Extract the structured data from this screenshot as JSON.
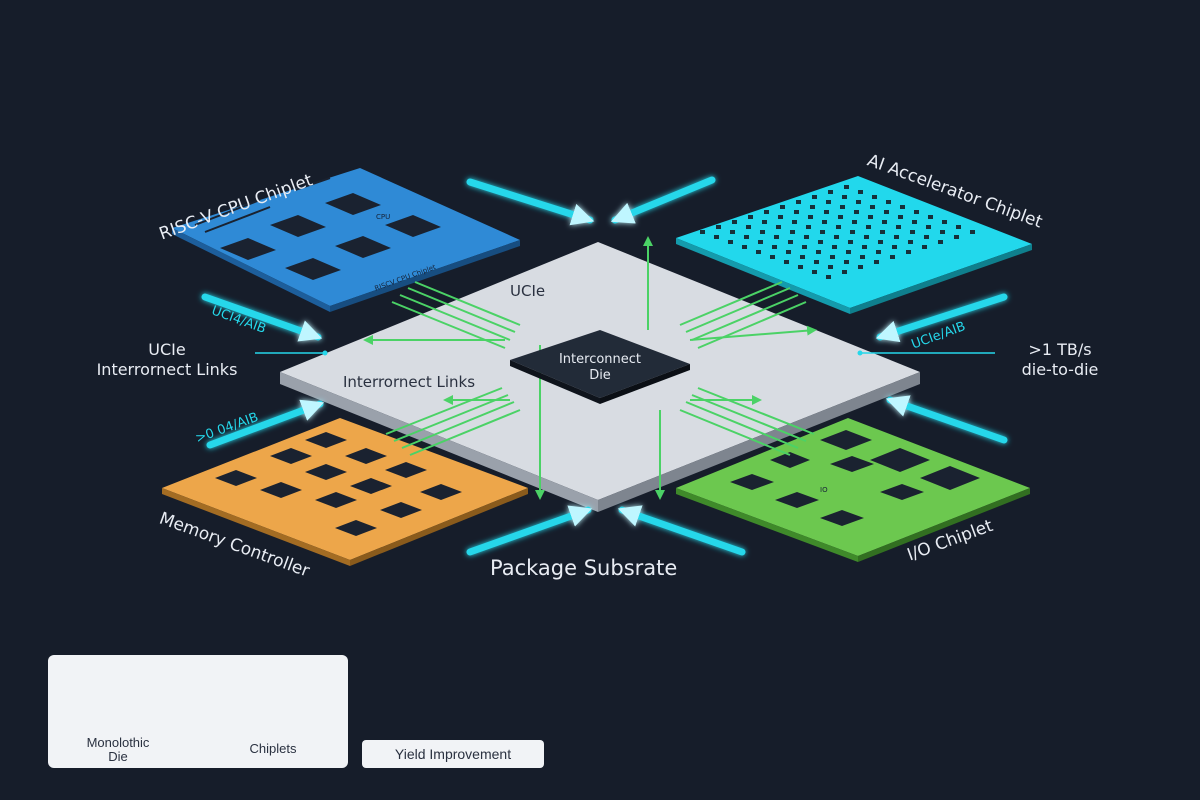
{
  "labels": {
    "cpu_chiplet": "RISC-V CPU Chiplet",
    "ai_chiplet": "AI Accelerator Chiplet",
    "memory_controller": "Memory Controller",
    "io_chiplet": "I/O Chiplet",
    "ucie_center": "UCIe",
    "interconnect_die_line1": "Interconnect",
    "interconnect_die_line2": "Die",
    "interconnect_links_center": "Interrornect Links",
    "left_callout_line1": "UCIe",
    "left_callout_line2": "Interrornect Links",
    "right_callout_line1": ">1 TB/s",
    "right_callout_line2": "die-to-die",
    "arrow_label_upper_left": "UCI4/AIB",
    "arrow_label_lower_left": ">0 04/AIB",
    "arrow_label_upper_right": "UCIe/AIB",
    "package_substrate": "Package Subsrate",
    "cpu_die_text": "CPU",
    "cpu_footer_text": "RISCV CPU Chiplet",
    "io_die_text": "IO"
  },
  "inset": {
    "monolithic_line1": "Monolothic",
    "monolithic_line2": "Die",
    "chiplets": "Chiplets",
    "yield_badge": "Yield Improvement"
  },
  "colors": {
    "background": "#161d2a",
    "cpu": "#2f8ad6",
    "ai": "#22d8ec",
    "memory": "#eda64a",
    "io": "#6cc84f",
    "substrate": "#d8dce2",
    "links": "#4bd266",
    "arrow_glow": "#25d7ea",
    "die": "#1e2633"
  }
}
